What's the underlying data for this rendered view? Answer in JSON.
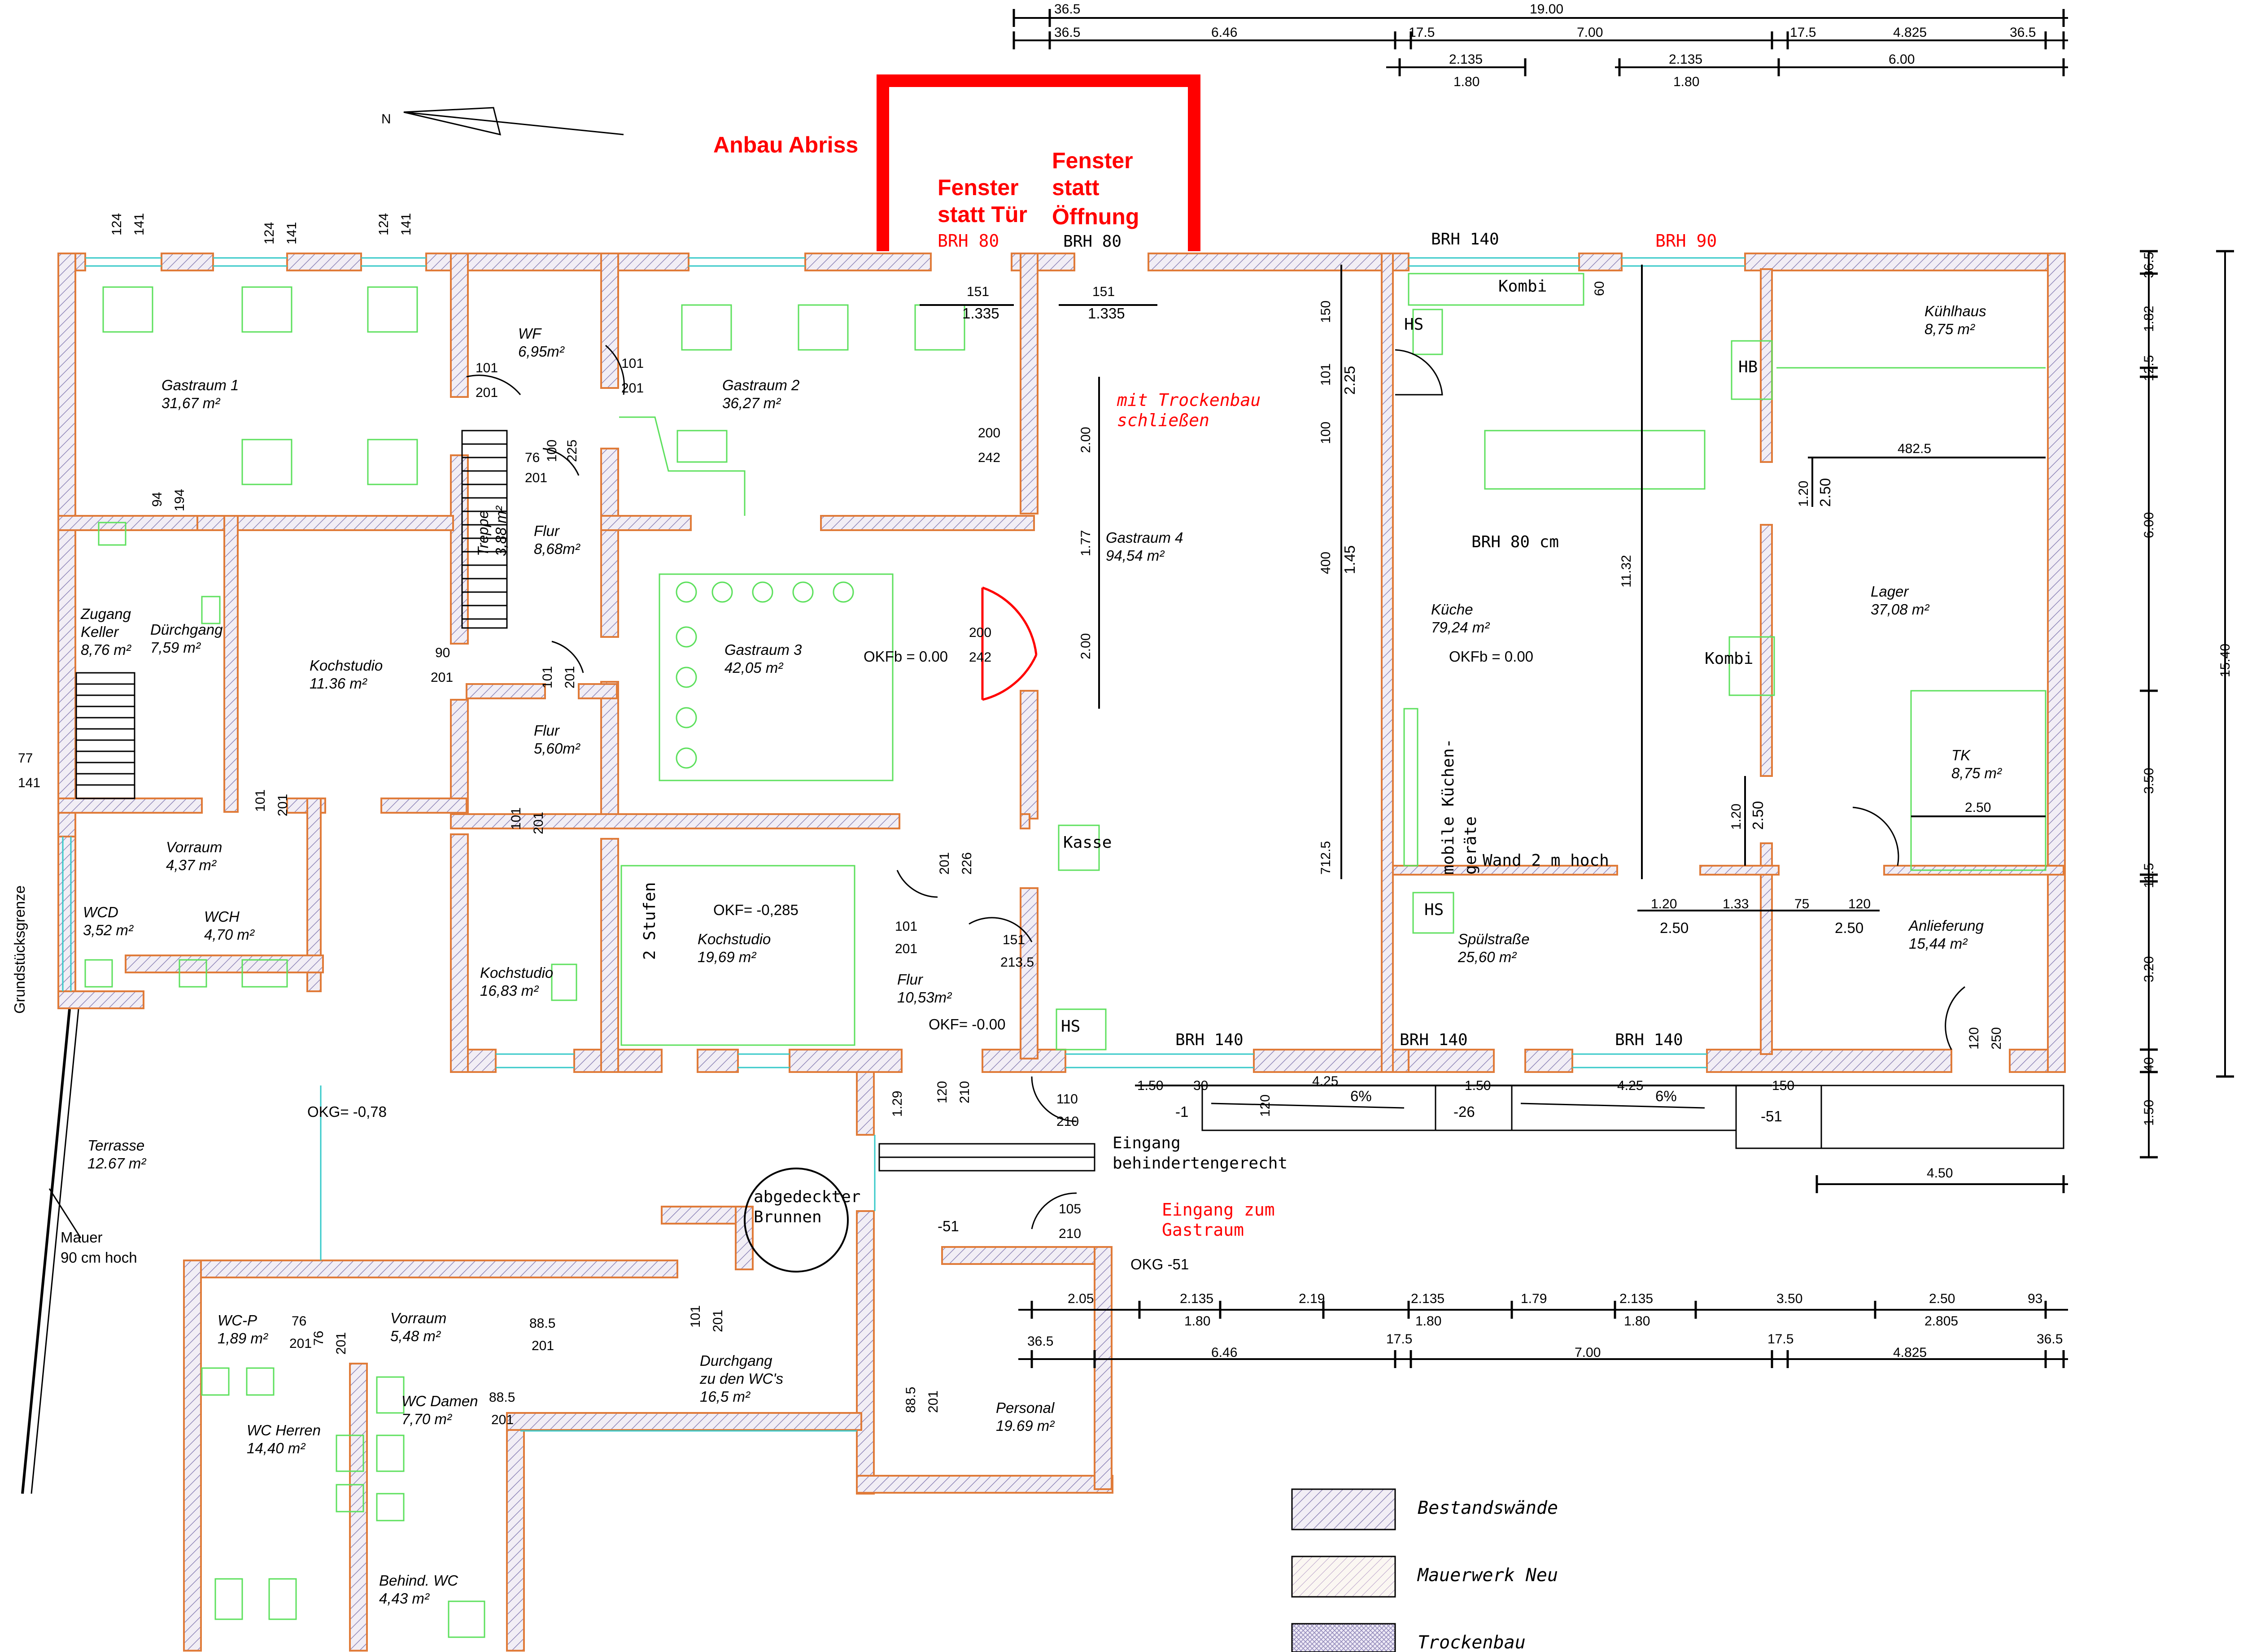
{
  "annotations": {
    "anbau_abriss": "Anbau Abriss",
    "fenster1": [
      "Fenster",
      "statt Tür"
    ],
    "fenster2": [
      "Fenster",
      "statt",
      "Öffnung"
    ],
    "brh80": "BRH  80",
    "brh80b": "BRH  80",
    "brh140": "BRH 140",
    "brh90": "BRH 90",
    "trockenbau": [
      "mit Trockenbau",
      "schließen"
    ],
    "brh80cm": "BRH  80  cm",
    "mobile_kueche": [
      "mobile Küchen-",
      "geräte"
    ],
    "wand2m": "Wand 2 m hoch",
    "eingang_b": [
      "Eingang",
      "behindertengerecht"
    ],
    "eingang_g": [
      "Eingang zum",
      "Gastraum"
    ],
    "brunnen": [
      "abgedeckter",
      "Brunnen"
    ],
    "mauer": [
      "Mauer",
      "90 cm hoch"
    ],
    "grenze": "Grundstücksgrenze",
    "stufen": "2 Stufen",
    "kasse": "Kasse",
    "kombi1": "Kombi",
    "kombi2": "Kombi",
    "hs1": "HS",
    "hs2": "HS",
    "hs3": "HS",
    "hb": "HB",
    "okfb1": "OKFb = 0.00",
    "okfb2": "OKFb = 0.00",
    "okf1": "OKF= -0,285",
    "okf2": "OKF= -0.00",
    "okg1": "OKG= -0,78",
    "okg2": "OKG -51",
    "level_m1": "-1",
    "level_m26": "-26",
    "level_m51a": "-51",
    "level_m51b": "-51",
    "slope1": "6%",
    "slope2": "6%"
  },
  "rooms": [
    {
      "name": "Gastraum 1",
      "area": "31,67 m²"
    },
    {
      "name": "Gastraum 2",
      "area": "36,27 m²"
    },
    {
      "name": "WF",
      "area": "6,95m²"
    },
    {
      "name": "Zugang Keller",
      "name2": "",
      "area": "8,76 m²"
    },
    {
      "name": "Dürchgang",
      "area": "7,59 m²"
    },
    {
      "name": "Kochstudio",
      "area": "11.36 m²"
    },
    {
      "name": "Flur",
      "area": "8,68m²"
    },
    {
      "name": "Treppe",
      "area": "3,88 m²"
    },
    {
      "name": "Gastraum 3",
      "area": "42,05 m²"
    },
    {
      "name": "Gastraum 4",
      "area": "94,54 m²"
    },
    {
      "name": "Flur",
      "area": "5,60m²"
    },
    {
      "name": "Vorraum",
      "area": "4,37 m²"
    },
    {
      "name": "WCD",
      "area": "3,52 m²"
    },
    {
      "name": "WCH",
      "area": "4,70 m²"
    },
    {
      "name": "Kochstudio",
      "area": "16,83 m²"
    },
    {
      "name": "Kochstudio",
      "area": "19,69 m²"
    },
    {
      "name": "Flur",
      "area": "10,53m²"
    },
    {
      "name": "Küche",
      "area": "79,24 m²"
    },
    {
      "name": "Spülstraße",
      "area": "25,60 m²"
    },
    {
      "name": "Kühlhaus",
      "area": "8,75 m²"
    },
    {
      "name": "Lager",
      "area": "37,08 m²"
    },
    {
      "name": "TK",
      "area": "8,75 m²"
    },
    {
      "name": "Anlieferung",
      "area": "15,44 m²"
    },
    {
      "name": "Terrasse",
      "area": "12.67 m²"
    },
    {
      "name": "WC-P",
      "area": "1,89 m²"
    },
    {
      "name": "Vorraum",
      "area": "5,48 m²"
    },
    {
      "name": "WC Herren",
      "area": "14,40 m²"
    },
    {
      "name": "WC Damen",
      "area": "7,70 m²"
    },
    {
      "name": "Durchgang",
      "name2": "zu den WC's",
      "area": "16,5 m²"
    },
    {
      "name": "Behind. WC",
      "area": "4,43 m²"
    },
    {
      "name": "Personal",
      "area": "19.69 m²"
    }
  ],
  "dims": {
    "top1": [
      "36.5",
      "19.00"
    ],
    "top2": [
      "36.5",
      "6.46",
      "17.5",
      "7.00",
      "17.5",
      "4.825",
      "36.5"
    ],
    "top3": [
      "2.135",
      "1.80",
      "2.135",
      "1.80",
      "6.00"
    ],
    "bot1": [
      "2.05",
      "2.135",
      "1.80",
      "2.19",
      "2.135",
      "1.80",
      "1.79",
      "2.135",
      "1.80",
      "3.50",
      "2.50",
      "2.805",
      "93"
    ],
    "bot2": [
      "36.5",
      "6.46",
      "17.5",
      "7.00",
      "17.5",
      "4.825",
      "36.5"
    ],
    "right1": [
      "36.5",
      "1.82",
      "12.5",
      "6.00",
      "3.50",
      "11.5",
      "3.20",
      "40",
      "1.50"
    ],
    "right_total": "15.40",
    "right_450": "4.50",
    "misc": [
      "124",
      "141",
      "124",
      "141",
      "124",
      "141",
      "94",
      "194",
      "77",
      "141",
      "101",
      "201",
      "101",
      "201",
      "76",
      "201",
      "100",
      "225",
      "90",
      "201",
      "101",
      "201",
      "101",
      "201",
      "101",
      "201",
      "200",
      "242",
      "200",
      "242",
      "151",
      "1.335",
      "151",
      "1.335",
      "150",
      "101",
      "100",
      "2.25",
      "400",
      "1.45",
      "712.5",
      "11.32",
      "2.00",
      "1.77",
      "2.00",
      "482.5",
      "1.20",
      "2.50",
      "1.20",
      "2.50",
      "1.20",
      "1.33",
      "75",
      "120",
      "2.50",
      "2.50",
      "2.50",
      "120",
      "250",
      "60",
      "201",
      "226",
      "101",
      "201",
      "151",
      "213.5",
      "110",
      "210",
      "1.50",
      "30",
      "120",
      "4.25",
      "1.50",
      "4.25",
      "150",
      "105",
      "210",
      "120",
      "210",
      "1.29",
      "101",
      "201",
      "88.5",
      "201",
      "76",
      "201",
      "88.5",
      "201",
      "88.5",
      "201",
      "76",
      "201"
    ]
  },
  "legend": [
    {
      "label": "Bestandswände"
    },
    {
      "label": "Mauerwerk Neu"
    },
    {
      "label": "Trockenbau"
    }
  ]
}
